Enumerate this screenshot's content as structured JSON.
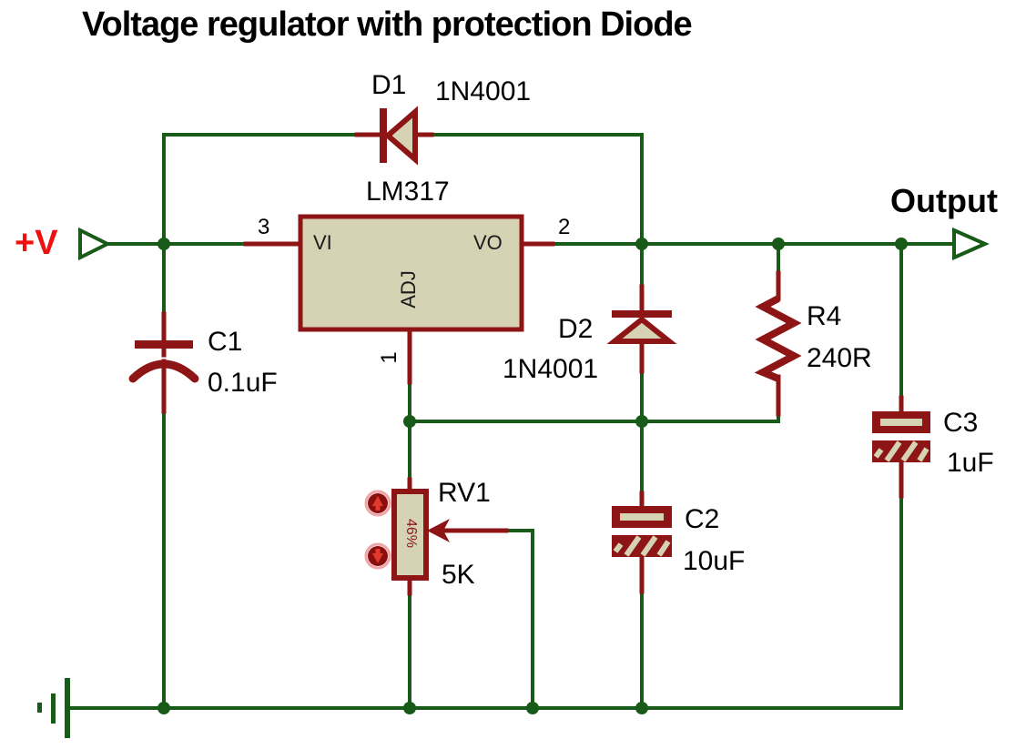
{
  "title": "Voltage regulator with protection Diode",
  "terminals": {
    "input_label": "+V",
    "output_label": "Output"
  },
  "regulator": {
    "ref": "LM317",
    "pin_vi": "VI",
    "pin_vo": "VO",
    "pin_adj": "ADJ",
    "pin_num_vi": "3",
    "pin_num_vo": "2",
    "pin_num_adj": "1"
  },
  "components": {
    "d1": {
      "ref": "D1",
      "value": "1N4001"
    },
    "d2": {
      "ref": "D2",
      "value": "1N4001"
    },
    "c1": {
      "ref": "C1",
      "value": "0.1uF"
    },
    "c2": {
      "ref": "C2",
      "value": "10uF"
    },
    "c3": {
      "ref": "C3",
      "value": "1uF"
    },
    "r4": {
      "ref": "R4",
      "value": "240R"
    },
    "rv1": {
      "ref": "RV1",
      "value": "5K",
      "wiper_position": "46%"
    }
  },
  "colors": {
    "wire_green": "#185a18",
    "component_red": "#8e1515",
    "body_fill": "#d6d2b4",
    "supply_red": "#ee1111",
    "text": "#000000",
    "background": "#ffffff"
  }
}
